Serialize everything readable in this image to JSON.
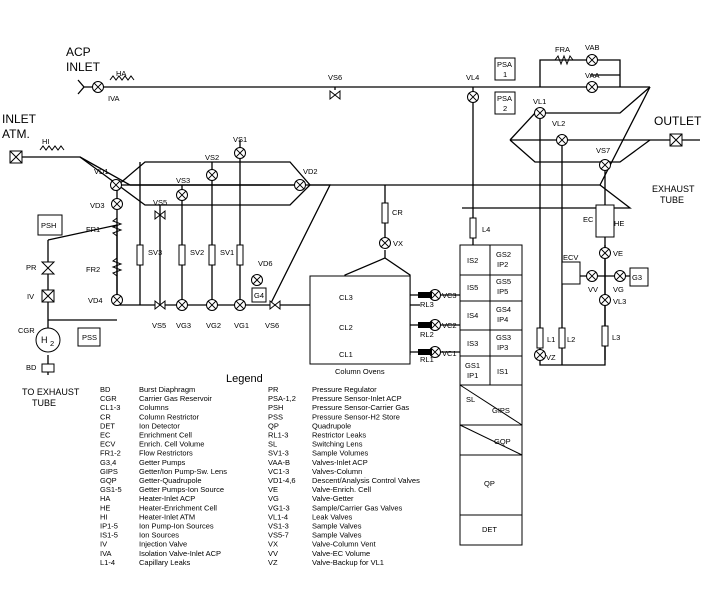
{
  "labels": {
    "acp_inlet_1": "ACP",
    "acp_inlet_2": "INLET",
    "inlet_atm_1": "INLET",
    "inlet_atm_2": "ATM.",
    "outlet": "OUTLET",
    "exhaust_1": "EXHAUST",
    "exhaust_2": "TUBE",
    "to_exhaust_1": "TO EXHAUST",
    "to_exhaust_2": "TUBE",
    "column_ovens": "Column Ovens",
    "h2": "H",
    "h2_sub": "2"
  },
  "components": {
    "HA": "HA",
    "IVA": "IVA",
    "HI": "HI",
    "VS6_top": "VS6",
    "VL4": "VL4",
    "PSA1_a": "PSA",
    "PSA1_b": "1",
    "PSA2_a": "PSA",
    "PSA2_b": "2",
    "FRA": "FRA",
    "VAB": "VAB",
    "VAA": "VAA",
    "VL1": "VL1",
    "VL2": "VL2",
    "VS7": "VS7",
    "VS1": "VS1",
    "VS2": "VS2",
    "VS3": "VS3",
    "VD1": "VD1",
    "VD2": "VD2",
    "VD3": "VD3",
    "VS5_top": "VS5",
    "CR": "CR",
    "VX": "VX",
    "L4": "L4",
    "PSH": "PSH",
    "FR1": "FR1",
    "FR2": "FR2",
    "PR": "PR",
    "IV": "IV",
    "VD4": "VD4",
    "SV3": "SV3",
    "SV2": "SV2",
    "SV1": "SV1",
    "VD6": "VD6",
    "G4": "G4",
    "VS5_bot": "VS5",
    "VG3": "VG3",
    "VG2": "VG2",
    "VG1": "VG1",
    "VS6_bot": "VS6",
    "CL3": "CL3",
    "CL2": "CL2",
    "CL1": "CL1",
    "RL3": "RL3",
    "RL2": "RL2",
    "RL1": "RL1",
    "VC3": "VC3",
    "VC2": "VC2",
    "VC1": "VC1",
    "CGR": "CGR",
    "PSS": "PSS",
    "BD": "BD",
    "EC": "EC",
    "HE": "HE",
    "VE": "VE",
    "ECV": "ECV",
    "VV": "VV",
    "VG": "VG",
    "G3": "G3",
    "VL3": "VL3",
    "L1": "L1",
    "L2": "L2",
    "L3": "L3",
    "VZ": "VZ"
  },
  "stack": {
    "r1_a": "IS2",
    "r1_b": "GS2",
    "r1_c": "IP2",
    "r2_a": "IS5",
    "r2_b": "GS5",
    "r2_c": "IP5",
    "r3_a": "IS4",
    "r3_b": "GS4",
    "r3_c": "IP4",
    "r4_a": "IS3",
    "r4_b": "GS3",
    "r4_c": "IP3",
    "r5_a": "GS1",
    "r5_b": "IP1",
    "r5_c": "IS1",
    "sl": "SL",
    "gips": "GIPS",
    "gqp": "GQP",
    "qp": "QP",
    "det": "DET"
  },
  "legend": {
    "title": "Legend",
    "left": [
      {
        "code": "BD",
        "desc": "Burst Diaphragm"
      },
      {
        "code": "CGR",
        "desc": "Carrier Gas Reservoir"
      },
      {
        "code": "CL1-3",
        "desc": "Columns"
      },
      {
        "code": "CR",
        "desc": "Column Restrictor"
      },
      {
        "code": "DET",
        "desc": "Ion Detector"
      },
      {
        "code": "EC",
        "desc": "Enrichment Cell"
      },
      {
        "code": "ECV",
        "desc": "Enrich. Cell Volume"
      },
      {
        "code": "FR1-2",
        "desc": "Flow Restrictors"
      },
      {
        "code": "G3,4",
        "desc": "Getter Pumps"
      },
      {
        "code": "GIPS",
        "desc": "Getter/Ion Pump-Sw. Lens"
      },
      {
        "code": "GQP",
        "desc": "Getter-Quadrupole"
      },
      {
        "code": "GS1-5",
        "desc": "Getter Pumps-Ion Source"
      },
      {
        "code": "HA",
        "desc": "Heater-Inlet ACP"
      },
      {
        "code": "HE",
        "desc": "Heater-Enrichment Cell"
      },
      {
        "code": "HI",
        "desc": "Heater-Inlet ATM"
      },
      {
        "code": "IP1-5",
        "desc": "Ion Pump-Ion Sources"
      },
      {
        "code": "IS1-5",
        "desc": "Ion Sources"
      },
      {
        "code": "IV",
        "desc": "Injection Valve"
      },
      {
        "code": "IVA",
        "desc": "Isolation Valve-Inlet ACP"
      },
      {
        "code": "L1-4",
        "desc": "Capillary Leaks"
      }
    ],
    "right": [
      {
        "code": "PR",
        "desc": "Pressure Regulator"
      },
      {
        "code": "PSA-1,2",
        "desc": "Pressure Sensor-Inlet ACP"
      },
      {
        "code": "PSH",
        "desc": "Pressure Sensor-Carrier Gas"
      },
      {
        "code": "PSS",
        "desc": "Pressure Sensor-H2 Store"
      },
      {
        "code": "QP",
        "desc": "Quadrupole"
      },
      {
        "code": "RL1-3",
        "desc": "Restrictor Leaks"
      },
      {
        "code": "SL",
        "desc": "Switching Lens"
      },
      {
        "code": "SV1-3",
        "desc": "Sample Volumes"
      },
      {
        "code": "VAA-B",
        "desc": "Valves-Inlet ACP"
      },
      {
        "code": "VC1-3",
        "desc": "Valves-Column"
      },
      {
        "code": "VD1-4,6",
        "desc": "Descent/Analysis Control Valves"
      },
      {
        "code": "VE",
        "desc": "Valve-Enrich. Cell"
      },
      {
        "code": "VG",
        "desc": "Valve-Getter"
      },
      {
        "code": "VG1-3",
        "desc": "Sample/Carrier Gas Valves"
      },
      {
        "code": "VL1-4",
        "desc": "Leak Valves"
      },
      {
        "code": "VS1-3",
        "desc": "Sample Valves"
      },
      {
        "code": "VS5-7",
        "desc": "Sample Valves"
      },
      {
        "code": "VX",
        "desc": "Valve-Column Vent"
      },
      {
        "code": "VV",
        "desc": "Valve-EC Volume"
      },
      {
        "code": "VZ",
        "desc": "Valve-Backup for VL1"
      }
    ]
  }
}
